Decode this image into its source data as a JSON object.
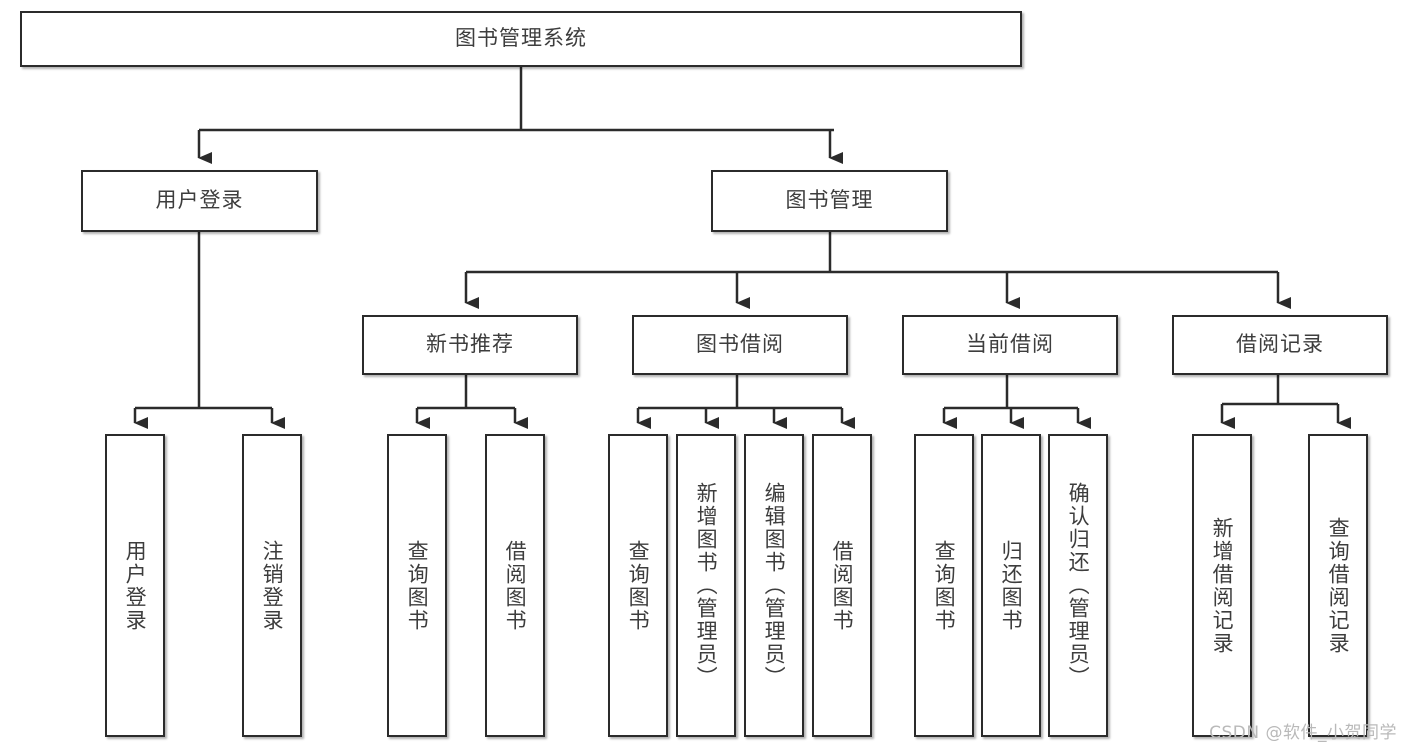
{
  "diagram": {
    "type": "tree-hierarchy",
    "title": "图书管理系统",
    "watermark": "CSDN @软件_小贺同学",
    "colors": {
      "background": "#ffffff",
      "node_border": "#2b2b2b",
      "node_fill": "#ffffff",
      "text": "#3d3d3d",
      "connector": "#2b2b2b",
      "watermark": "#b9b9b9"
    },
    "levels": [
      {
        "level": 1,
        "nodes": [
          {
            "id": "root",
            "label": "图书管理系统",
            "orientation": "horizontal"
          }
        ]
      },
      {
        "level": 2,
        "nodes": [
          {
            "id": "login",
            "label": "用户登录",
            "orientation": "horizontal",
            "parent": "root"
          },
          {
            "id": "bookmgmt",
            "label": "图书管理",
            "orientation": "horizontal",
            "parent": "root"
          }
        ]
      },
      {
        "level": 3,
        "nodes": [
          {
            "id": "newbook",
            "label": "新书推荐",
            "orientation": "horizontal",
            "parent": "bookmgmt"
          },
          {
            "id": "borrow",
            "label": "图书借阅",
            "orientation": "horizontal",
            "parent": "bookmgmt"
          },
          {
            "id": "current",
            "label": "当前借阅",
            "orientation": "horizontal",
            "parent": "bookmgmt"
          },
          {
            "id": "records",
            "label": "借阅记录",
            "orientation": "horizontal",
            "parent": "bookmgmt"
          }
        ]
      },
      {
        "level": 4,
        "groups": [
          {
            "parent": "login",
            "leaves": [
              {
                "id": "leaf-user-login",
                "label": "用户登录"
              },
              {
                "id": "leaf-user-logout",
                "label": "注销登录"
              }
            ]
          },
          {
            "parent": "newbook",
            "leaves": [
              {
                "id": "leaf-nb-query",
                "label": "查询图书"
              },
              {
                "id": "leaf-nb-borrow",
                "label": "借阅图书"
              }
            ]
          },
          {
            "parent": "borrow",
            "leaves": [
              {
                "id": "leaf-bo-query",
                "label": "查询图书"
              },
              {
                "id": "leaf-bo-add",
                "label": "新增图书（管理员）"
              },
              {
                "id": "leaf-bo-edit",
                "label": "编辑图书（管理员）"
              },
              {
                "id": "leaf-bo-borrow",
                "label": "借阅图书"
              }
            ]
          },
          {
            "parent": "current",
            "leaves": [
              {
                "id": "leaf-cu-query",
                "label": "查询图书"
              },
              {
                "id": "leaf-cu-return",
                "label": "归还图书"
              },
              {
                "id": "leaf-cu-confirm",
                "label": "确认归还（管理员）"
              }
            ]
          },
          {
            "parent": "records",
            "leaves": [
              {
                "id": "leaf-re-add",
                "label": "新增借阅记录"
              },
              {
                "id": "leaf-re-query",
                "label": "查询借阅记录"
              }
            ]
          }
        ]
      }
    ]
  }
}
